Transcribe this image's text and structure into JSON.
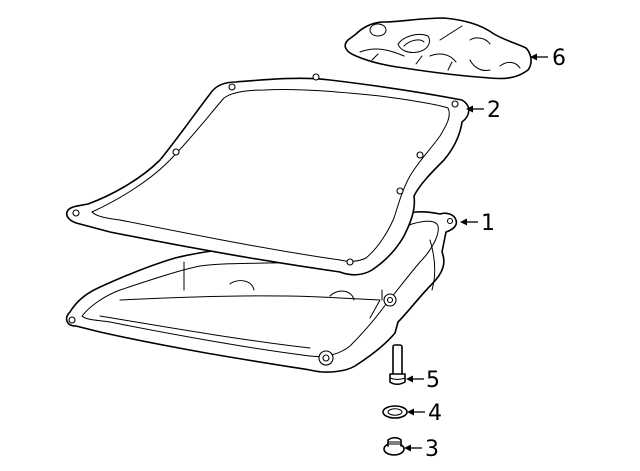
{
  "diagram": {
    "type": "exploded-parts-diagram",
    "subject": "transmission oil pan assembly",
    "callouts": [
      {
        "number": "1",
        "part": "oil-pan"
      },
      {
        "number": "2",
        "part": "pan-gasket"
      },
      {
        "number": "3",
        "part": "drain-plug"
      },
      {
        "number": "4",
        "part": "drain-plug-washer"
      },
      {
        "number": "5",
        "part": "pan-bolt"
      },
      {
        "number": "6",
        "part": "heat-shield"
      }
    ]
  }
}
